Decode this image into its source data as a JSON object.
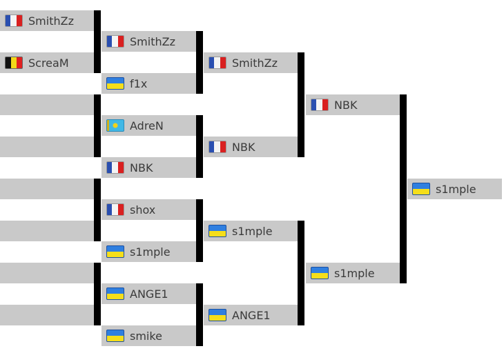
{
  "rounds": [
    [
      {
        "name": "SmithZz",
        "flag": "fr"
      },
      {
        "name": "ScreaM",
        "flag": "be"
      },
      {
        "name": "",
        "flag": ""
      },
      {
        "name": "",
        "flag": ""
      },
      {
        "name": "",
        "flag": ""
      },
      {
        "name": "",
        "flag": ""
      },
      {
        "name": "",
        "flag": ""
      },
      {
        "name": "",
        "flag": ""
      }
    ],
    [
      {
        "name": "SmithZz",
        "flag": "fr"
      },
      {
        "name": "f1x",
        "flag": "ua"
      },
      {
        "name": "AdreN",
        "flag": "kz"
      },
      {
        "name": "NBK",
        "flag": "fr"
      },
      {
        "name": "shox",
        "flag": "fr"
      },
      {
        "name": "s1mple",
        "flag": "ua"
      },
      {
        "name": "ANGE1",
        "flag": "ua"
      },
      {
        "name": "smike",
        "flag": "ua"
      }
    ],
    [
      {
        "name": "SmithZz",
        "flag": "fr"
      },
      {
        "name": "NBK",
        "flag": "fr"
      },
      {
        "name": "s1mple",
        "flag": "ua"
      },
      {
        "name": "ANGE1",
        "flag": "ua"
      }
    ],
    [
      {
        "name": "NBK",
        "flag": "fr"
      },
      {
        "name": "s1mple",
        "flag": "ua"
      }
    ],
    [
      {
        "name": "s1mple",
        "flag": "ua"
      }
    ]
  ]
}
